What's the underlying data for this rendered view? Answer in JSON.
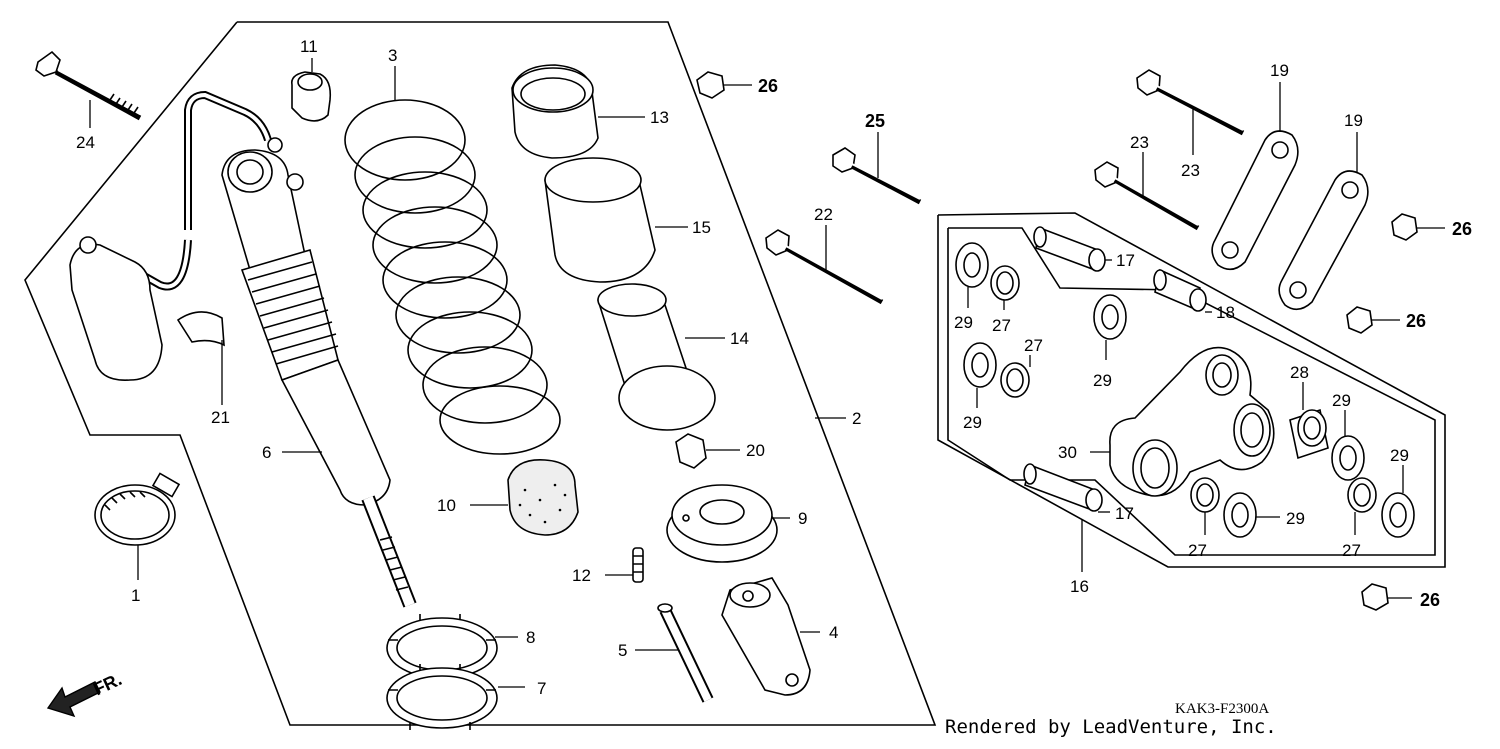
{
  "diagram": {
    "drawing_code": "KAK3-F2300A",
    "credit": "Rendered by LeadVenture, Inc.",
    "direction_label": "FR.",
    "callouts": {
      "c1": "1",
      "c2": "2",
      "c3": "3",
      "c4": "4",
      "c5": "5",
      "c6": "6",
      "c7": "7",
      "c8": "8",
      "c9": "9",
      "c10": "10",
      "c11": "11",
      "c12": "12",
      "c13": "13",
      "c14": "14",
      "c15": "15",
      "c16": "16",
      "c17": "17",
      "c18": "18",
      "c19": "19",
      "c20": "20",
      "c21": "21",
      "c22": "22",
      "c23": "23",
      "c24": "24",
      "c25": "25",
      "c26": "26",
      "c27": "27",
      "c28": "28",
      "c29": "29",
      "c30": "30"
    }
  }
}
